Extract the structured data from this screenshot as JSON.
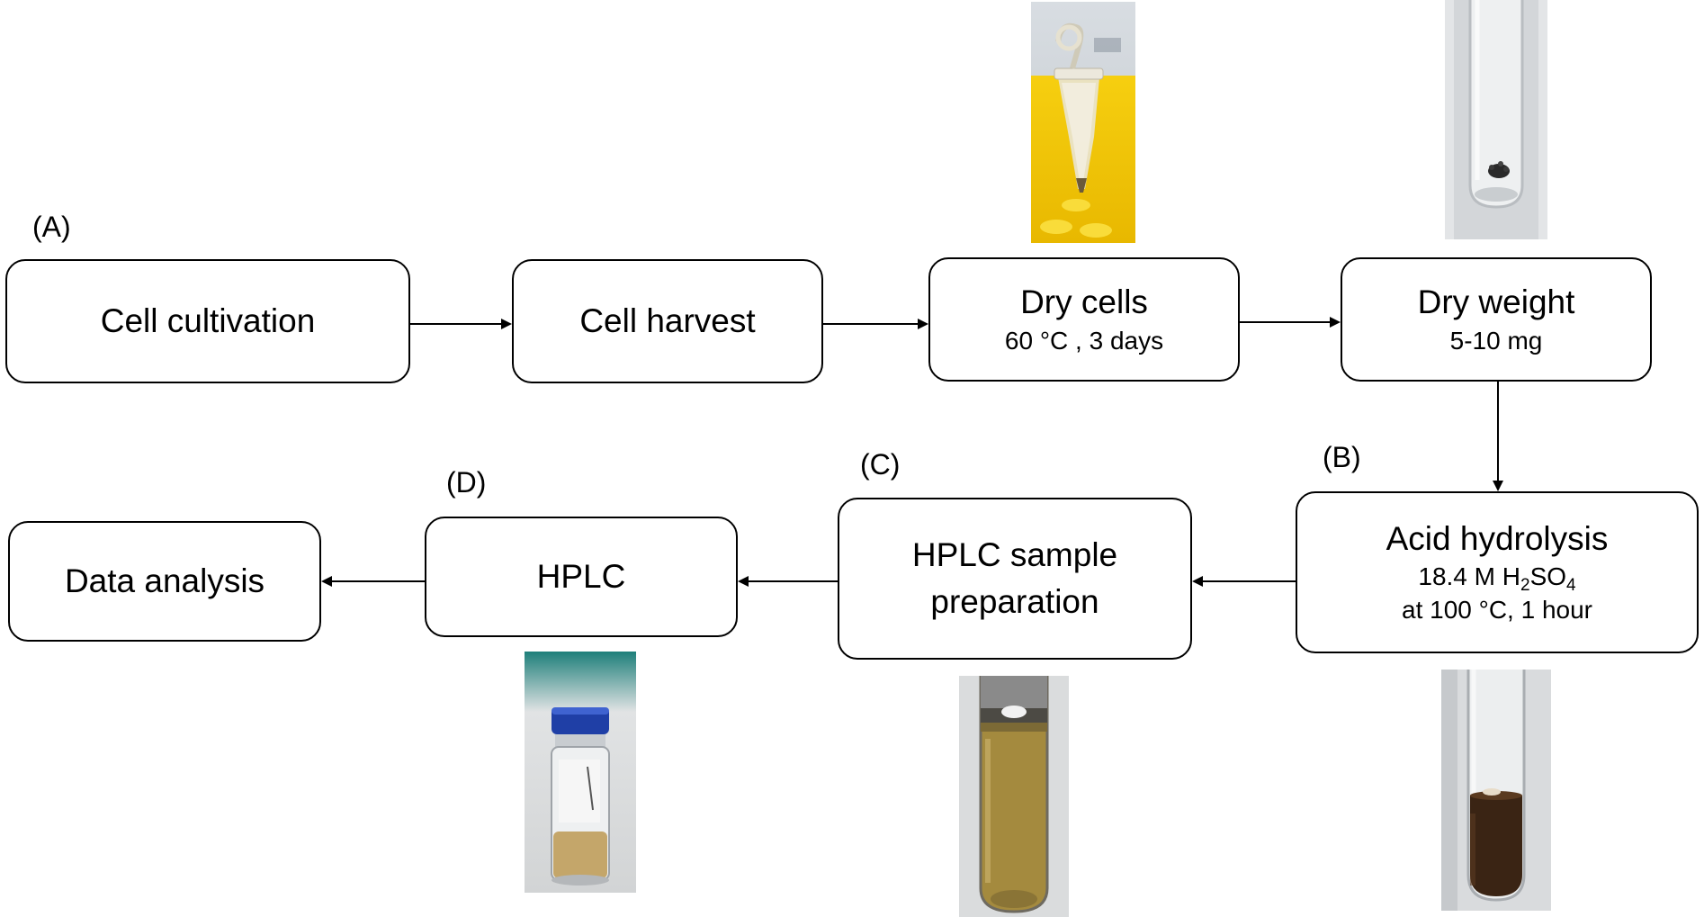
{
  "labels": {
    "a": "(A)",
    "b": "(B)",
    "c": "(C)",
    "d": "(D)"
  },
  "nodes": {
    "cell_cultivation": {
      "title": "Cell cultivation"
    },
    "cell_harvest": {
      "title": "Cell harvest"
    },
    "dry_cells": {
      "title": "Dry cells",
      "sub": "60 °C , 3 days"
    },
    "dry_weight": {
      "title": "Dry weight",
      "sub": "5-10 mg"
    },
    "acid_hydrolysis": {
      "title": "Acid hydrolysis",
      "sub_prefix": "18.4 M H",
      "sub_s1": "2",
      "sub_mid": "SO",
      "sub_s2": "4",
      "sub2": "at 100 °C, 1 hour"
    },
    "hplc_sample_prep": {
      "line1": "HPLC sample",
      "line2": "preparation"
    },
    "hplc": {
      "title": "HPLC"
    },
    "data_analysis": {
      "title": "Data analysis"
    }
  },
  "colors": {
    "rack_yellow": "#f2c300",
    "vial_cap_blue": "#1f3fa6",
    "dark_hydrolysate": "#3a2414",
    "amber_sample": "#a48a3e"
  }
}
